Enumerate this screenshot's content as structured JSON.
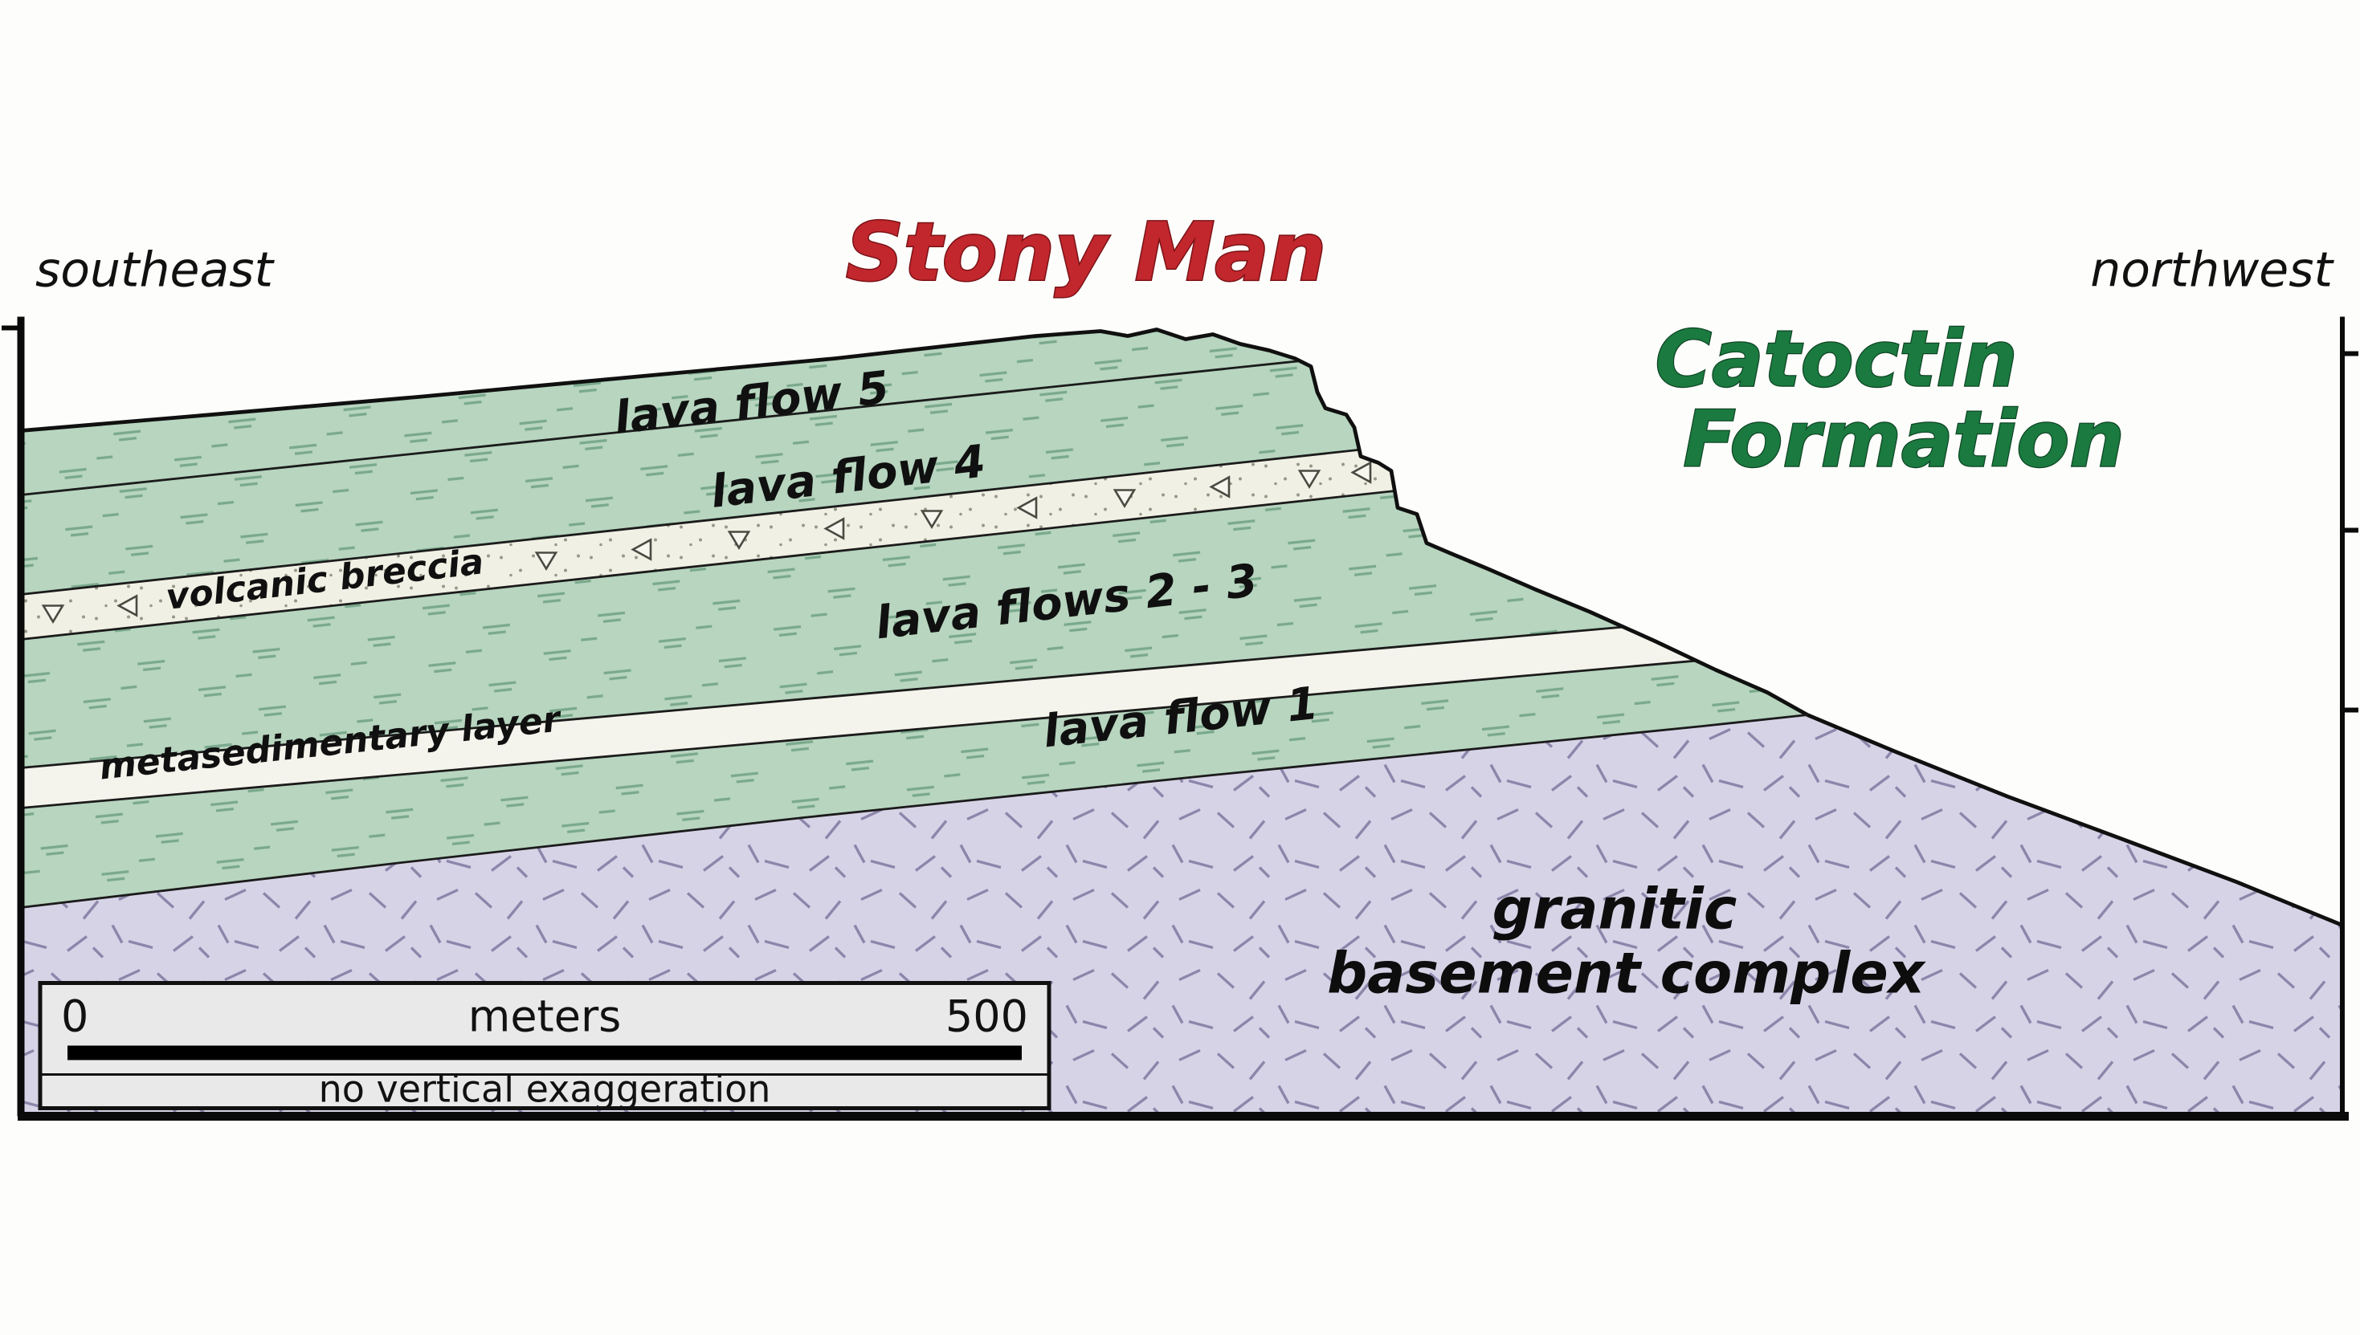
{
  "title": {
    "peak": "Stony Man",
    "formation_line1": "Catoctin",
    "formation_line2": "Formation"
  },
  "directions": {
    "left": "southeast",
    "right": "northwest"
  },
  "layers": {
    "lava5": "lava flow 5",
    "lava4": "lava flow 4",
    "breccia": "volcanic breccia",
    "lava23": "lava flows 2 - 3",
    "metased": "metasedimentary layer",
    "lava1": "lava flow 1",
    "basement_line1": "granitic",
    "basement_line2": "basement complex"
  },
  "scalebar": {
    "start": "0",
    "unit": "meters",
    "end": "500",
    "note": "no vertical exaggeration"
  },
  "colors": {
    "peak_title": "#c2272d",
    "formation_title": "#1b7a3f",
    "lava": "#b7d5bf",
    "breccia": "#f1f0e4",
    "metased": "#f5f4ec",
    "granite": "#d7d3e7",
    "scale_box": "#e9e9e9"
  }
}
